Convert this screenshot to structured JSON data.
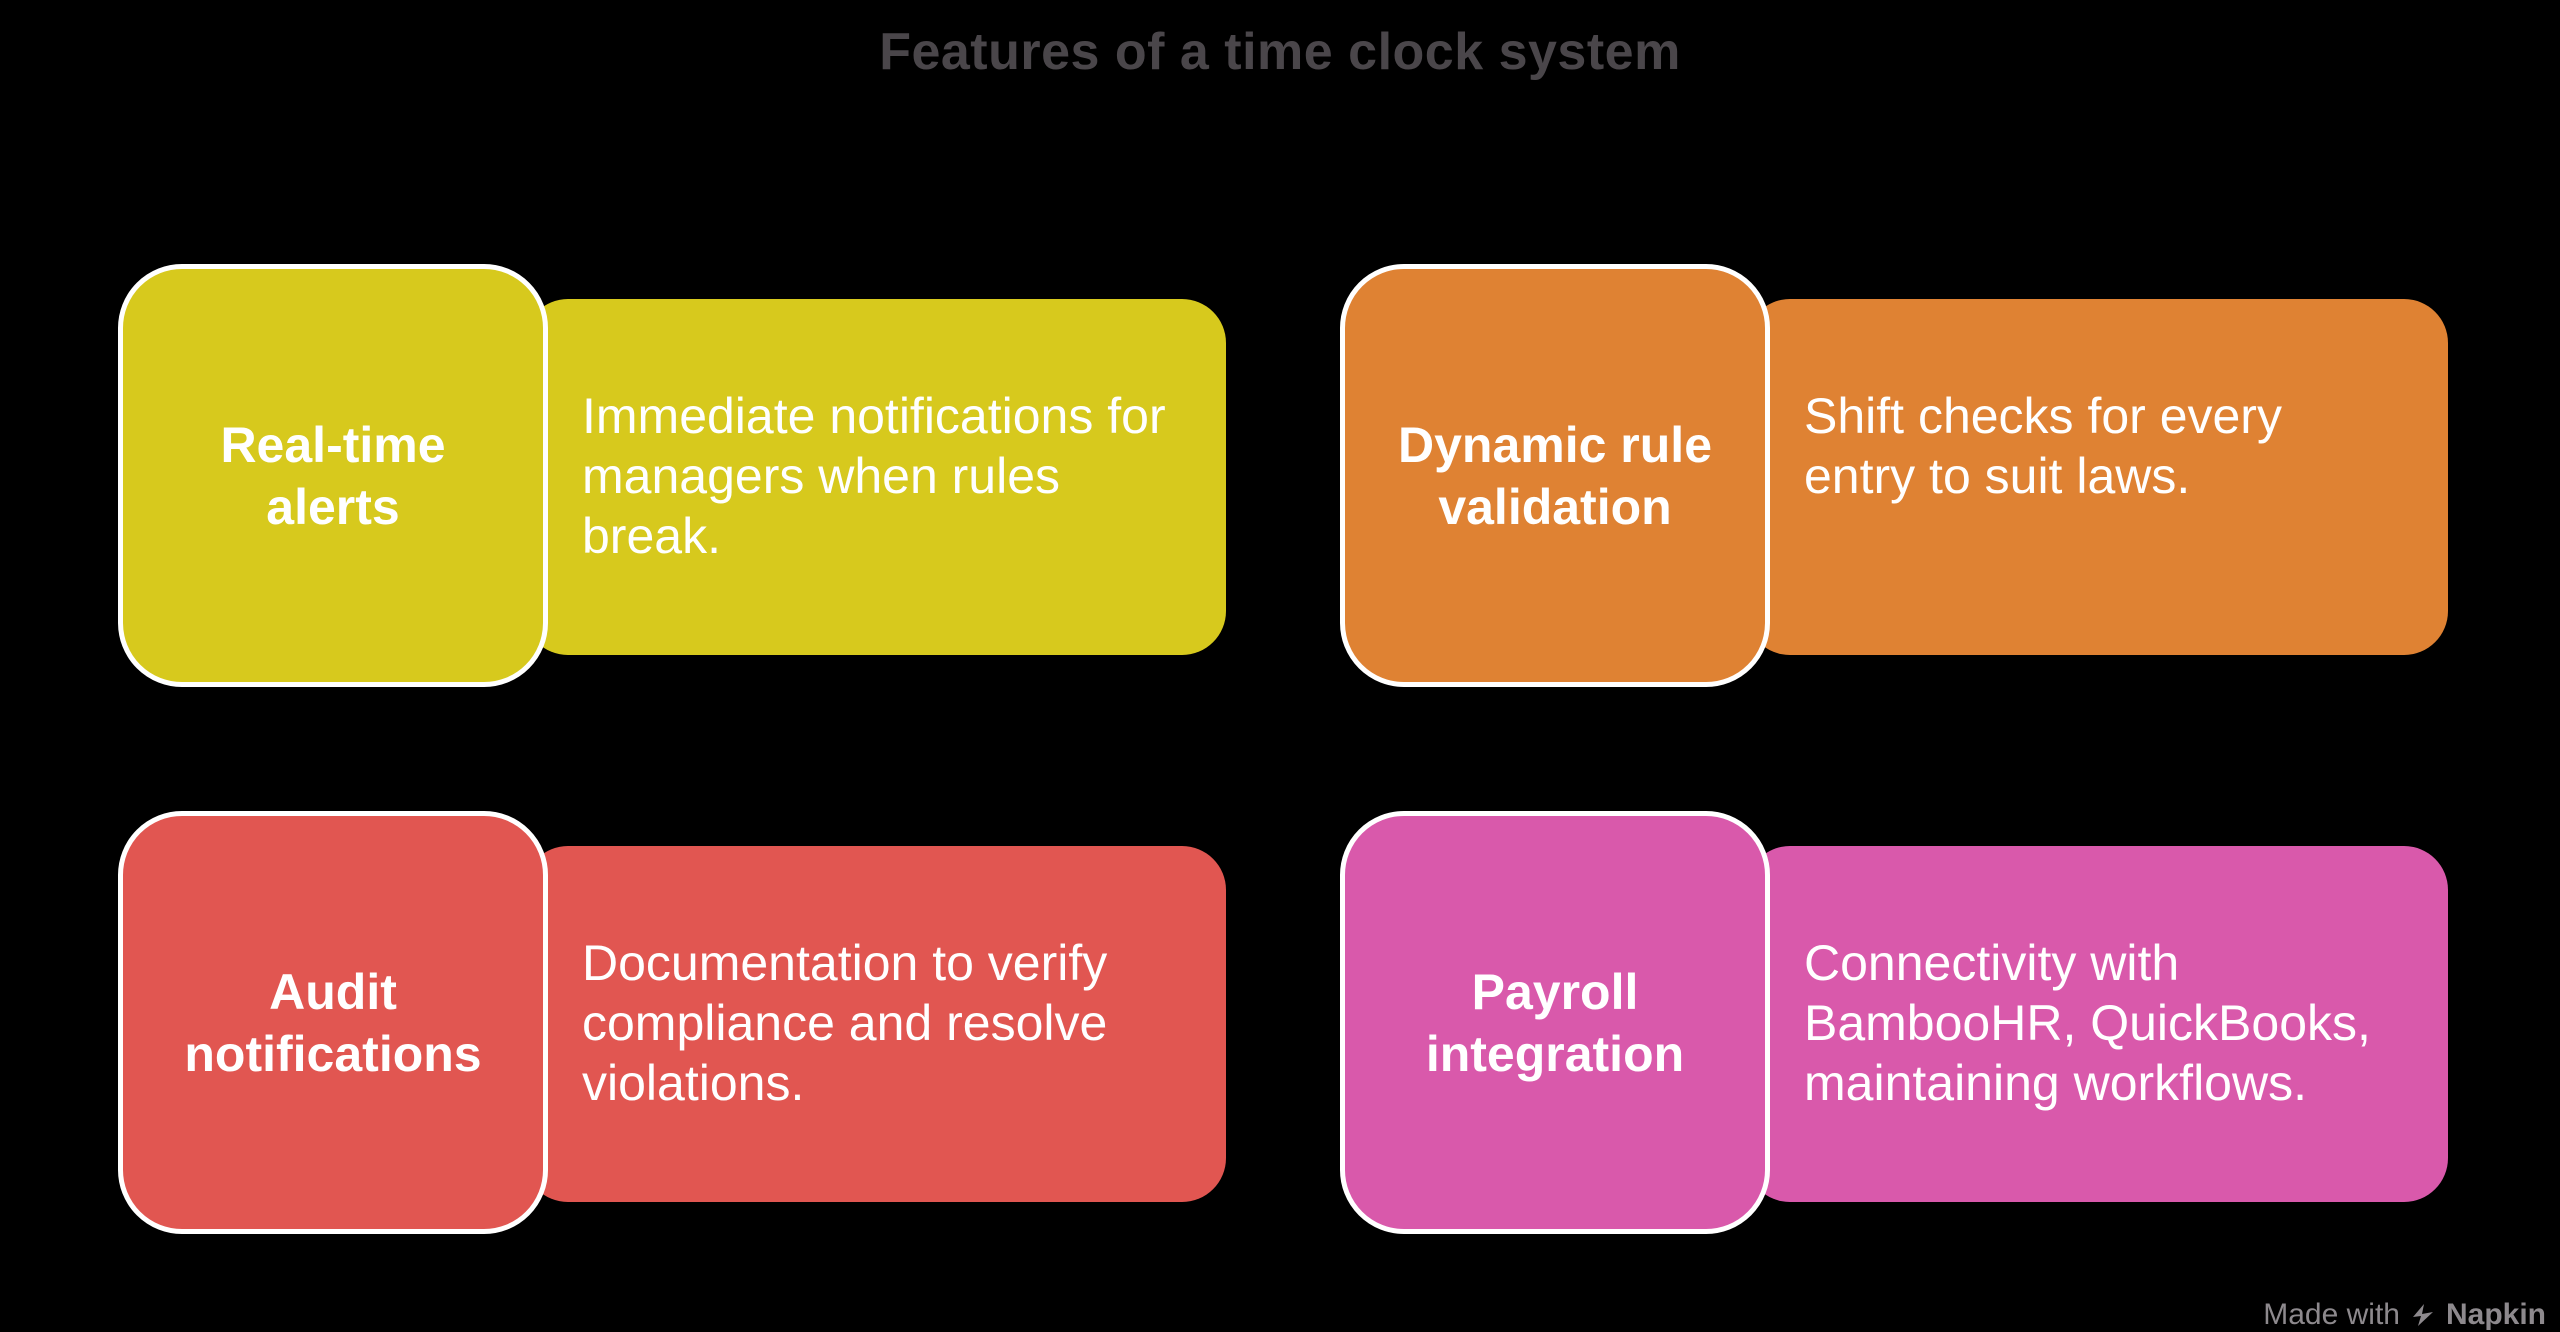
{
  "title": "Features of a time clock system",
  "colors": {
    "background": "#000000",
    "title_text": "#4a464a",
    "card_text": "#ffffff",
    "card_border": "#ffffff",
    "watermark_text": "#8d898d",
    "yellow": "#d7c91d",
    "orange": "#df8233",
    "red": "#e15651",
    "pink": "#d959ab"
  },
  "cards": [
    {
      "label": "Real-time alerts",
      "description": "Immediate notifications for managers when rules break.",
      "color": "#d7c91d"
    },
    {
      "label": "Dynamic rule validation",
      "description": "Shift checks for every entry to suit laws.",
      "color": "#df8233"
    },
    {
      "label": "Audit notifications",
      "description": "Documentation to verify compliance and resolve violations.",
      "color": "#e15651"
    },
    {
      "label": "Payroll integration",
      "description": "Connectivity with BambooHR, QuickBooks, maintaining workflows.",
      "color": "#d959ab"
    }
  ],
  "watermark": {
    "prefix": "Made with",
    "brand": "Napkin"
  }
}
